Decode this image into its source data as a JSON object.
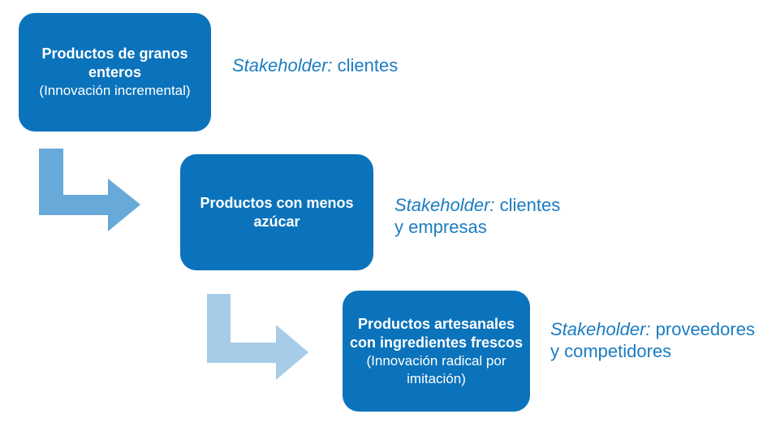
{
  "colors": {
    "background": "#FFFFFF",
    "box_fill": "#0B73BB",
    "box_text": "#FFFFFF",
    "label_text": "#1B7CC1",
    "arrow1_fill": "#67A9D8",
    "arrow2_fill": "#A6CCE8"
  },
  "boxes": [
    {
      "title_lines": [
        "Productos de granos",
        "enteros"
      ],
      "subtitle_lines": [
        "(Innovación incremental)"
      ]
    },
    {
      "title_lines": [
        "Productos con menos",
        "azúcar"
      ],
      "subtitle_lines": []
    },
    {
      "title_lines": [
        "Productos artesanales",
        "con ingredientes frescos"
      ],
      "subtitle_lines": [
        "(Innovación radical por",
        "imitación)"
      ]
    }
  ],
  "labels": [
    {
      "prefix": "Stakeholder:",
      "rest": " clientes",
      "line2": ""
    },
    {
      "prefix": "Stakeholder:",
      "rest": " clientes",
      "line2": "y empresas"
    },
    {
      "prefix": "Stakeholder:",
      "rest": " proveedores",
      "line2": "y competidores"
    }
  ]
}
